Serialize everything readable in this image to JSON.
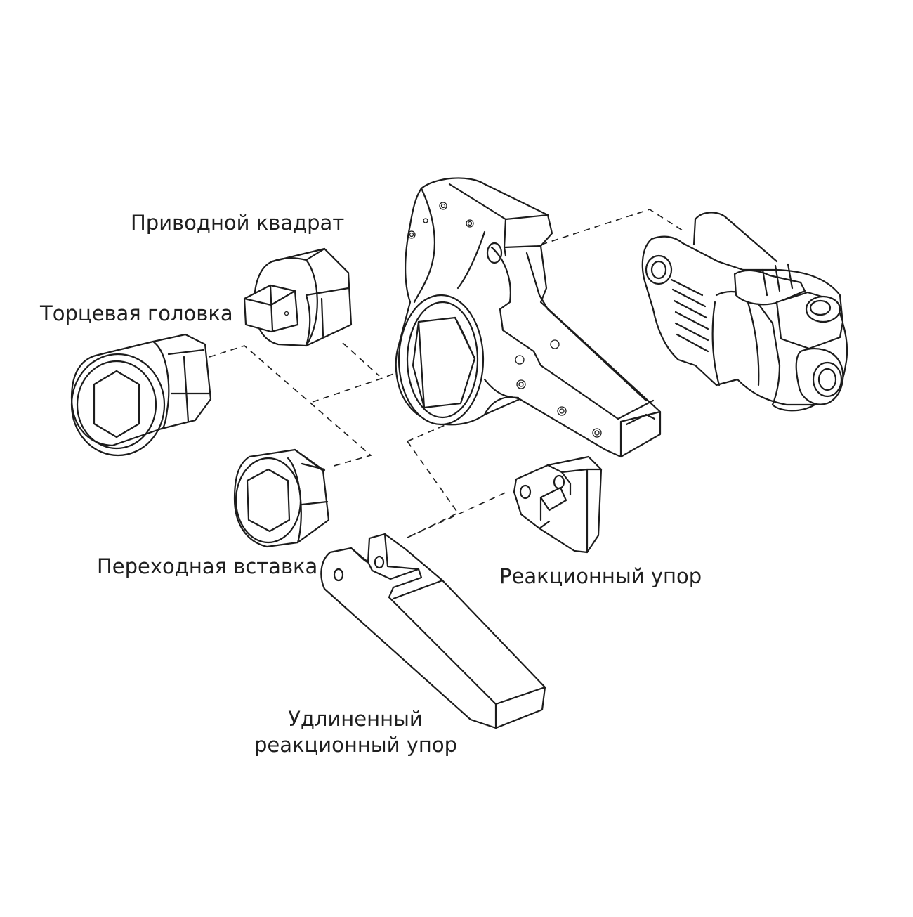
{
  "labels": {
    "drive_square": "Приводной квадрат",
    "socket": "Торцевая головка",
    "reducer_insert": "Переходная вставка",
    "reaction_stop": "Реакционный упор",
    "extended_reaction_stop_line1": "Удлиненный",
    "extended_reaction_stop_line2": "реакционный упор"
  },
  "colors": {
    "line": "#1c1c1c",
    "text": "#1f1f1f",
    "background": "#ffffff"
  }
}
